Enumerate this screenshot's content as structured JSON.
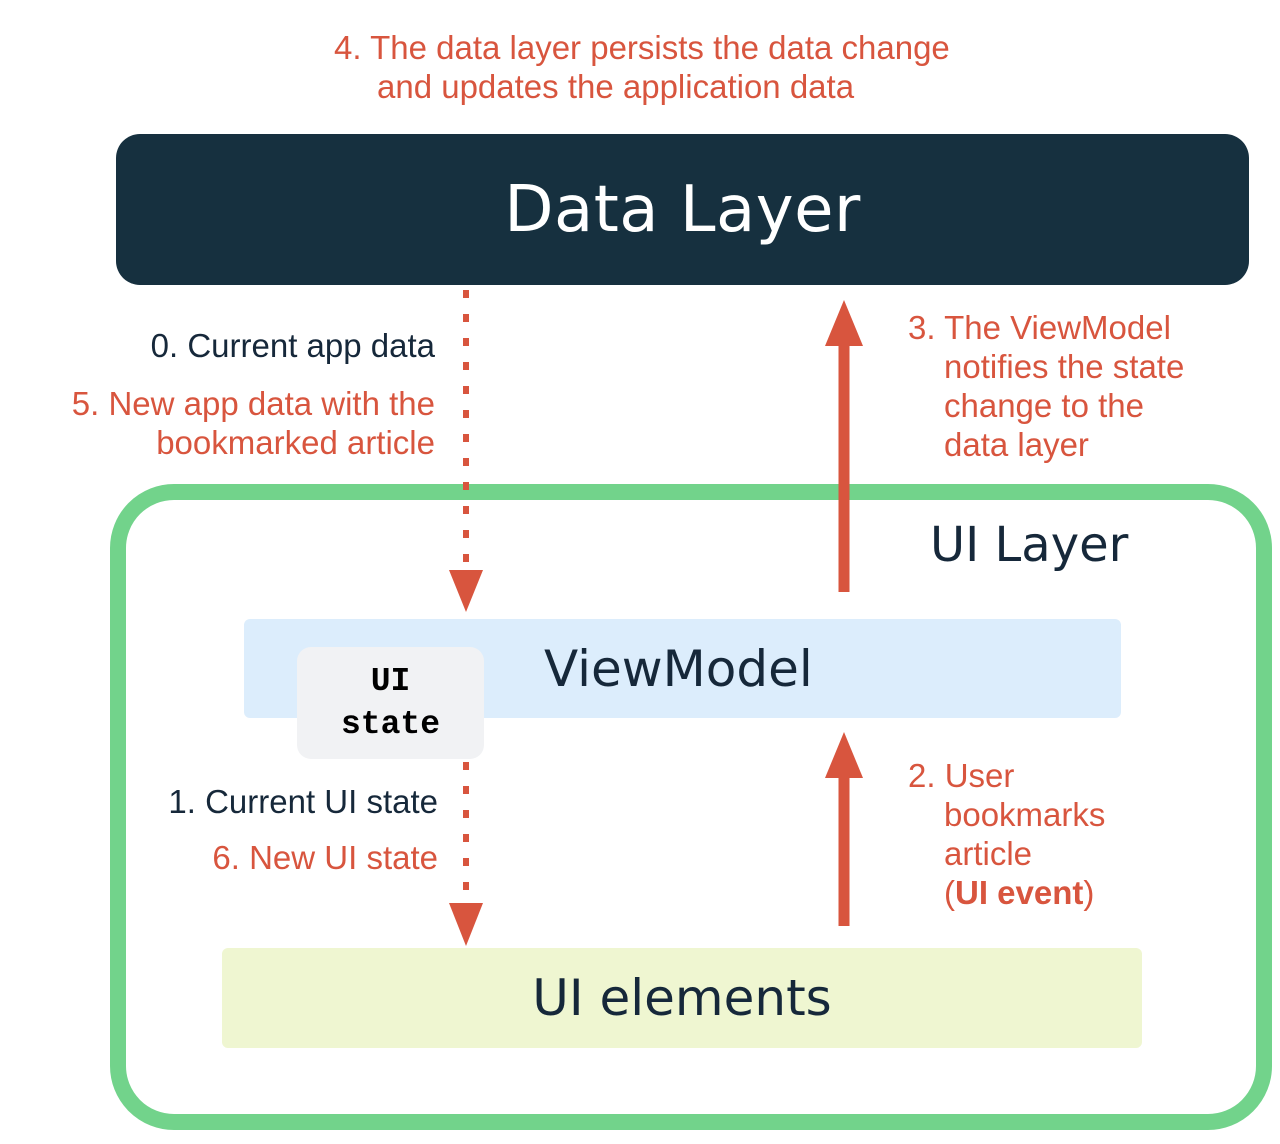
{
  "data_layer": {
    "title": "Data Layer"
  },
  "ui_layer": {
    "title": "UI Layer"
  },
  "viewmodel": {
    "title": "ViewModel"
  },
  "ui_state": {
    "line1": "UI",
    "line2": "state"
  },
  "ui_elements": {
    "title": "UI elements"
  },
  "steps": {
    "step0": "0. Current app data",
    "step1": "1. Current UI state",
    "step2": {
      "line1": "2. User",
      "line2": "bookmarks",
      "line3": "article",
      "line4_open": "(",
      "line4_bold": "UI event",
      "line4_close": ")"
    },
    "step3": {
      "line1": "3. The ViewModel",
      "line2": "notifies the state",
      "line3": "change to the",
      "line4": "data layer"
    },
    "step4": {
      "line1": "4. The data layer persists the data change",
      "line2": "and updates the application data"
    },
    "step5": {
      "line1": "5. New app data with the",
      "line2": "bookmarked article"
    },
    "step6": "6. New UI state"
  },
  "colors": {
    "accent_red": "#d8553e",
    "data_layer_bg": "#16303f",
    "ui_layer_border": "#72d38b",
    "viewmodel_bg": "#dcedfc",
    "ui_elements_bg": "#eff6d1",
    "ui_state_bg": "#f1f2f4",
    "text_dark": "#16283a"
  }
}
